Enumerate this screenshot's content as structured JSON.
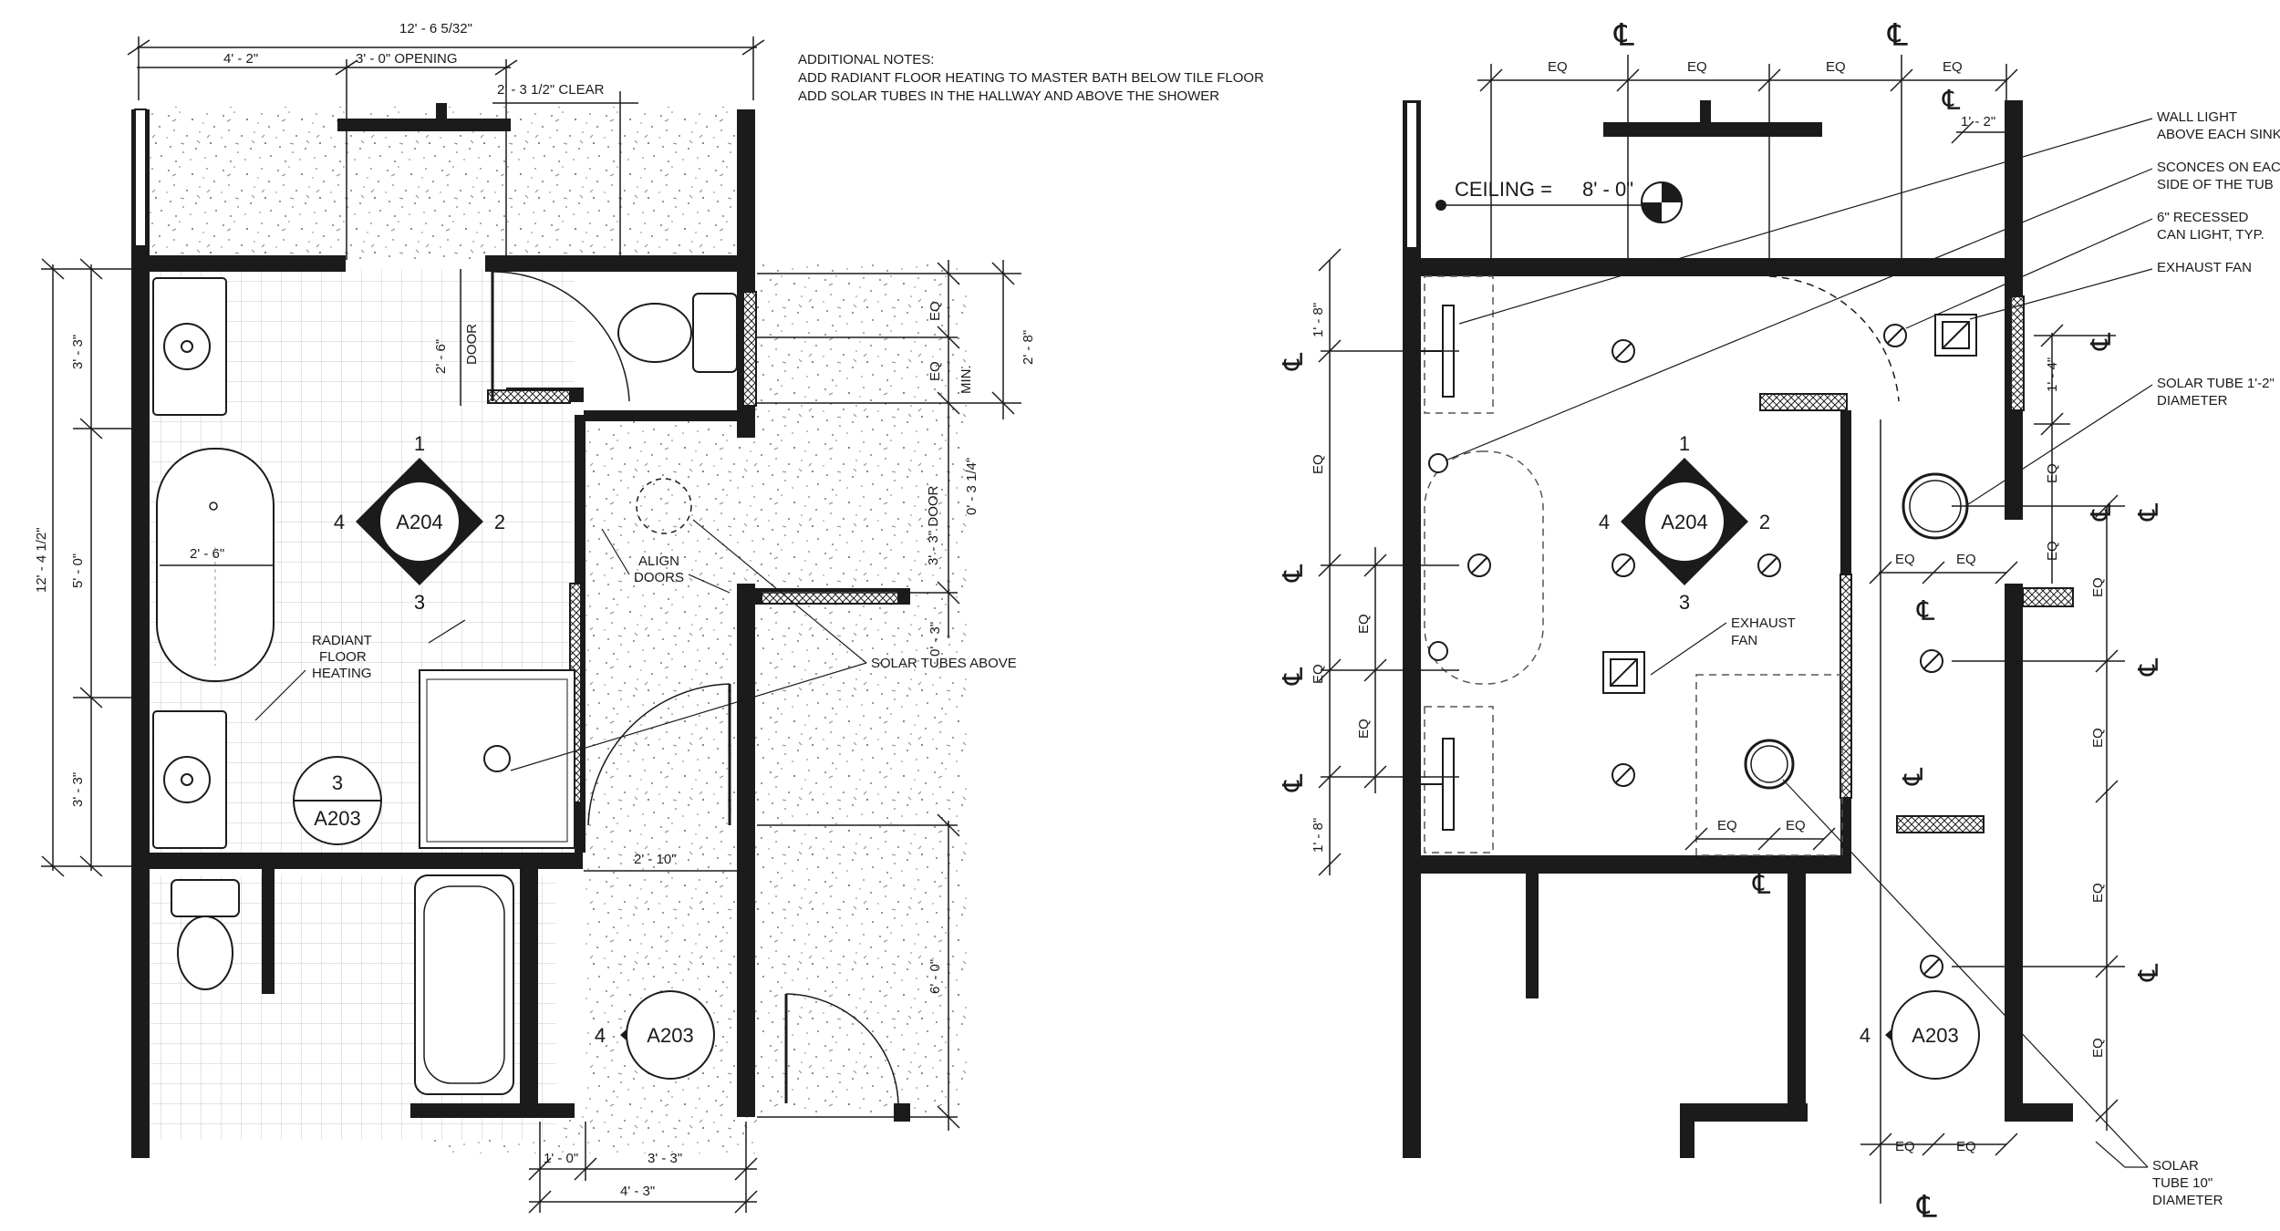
{
  "plan_left": {
    "dims": {
      "overall_width": "12' - 6 5/32\"",
      "left_seg": "4' - 2\"",
      "opening": "3' - 0\" OPENING",
      "clear": "2' - 3 1/2\" CLEAR",
      "overall_height": "12' - 4 1/2\"",
      "sink_top": "3' - 3\"",
      "tub": "5' - 0\"",
      "sink_bottom": "3' - 3\"",
      "tub_width": "2' - 6\"",
      "door_height": "2' - 6\"",
      "door_word": "DOOR",
      "eq": "EQ",
      "min": "MIN.",
      "wc_depth": "2' - 8\"",
      "gap_a": "0' - 3 1/4\"",
      "door_33": "3' - 3\" DOOR",
      "gap_b": "0' - 3\"",
      "hall_w": "2' - 10\"",
      "hall_len": "6' - 0\"",
      "bot_a": "1' - 0\"",
      "bot_b": "3' - 3\"",
      "bot_total": "4' - 3\""
    },
    "notes_title": "ADDITIONAL NOTES:",
    "notes": [
      "ADD RADIANT FLOOR HEATING TO MASTER BATH BELOW TILE FLOOR",
      "ADD SOLAR TUBES IN THE HALLWAY AND ABOVE THE SHOWER"
    ],
    "labels": {
      "align_doors": [
        "ALIGN",
        "DOORS"
      ],
      "radiant": [
        "RADIANT",
        "FLOOR",
        "HEATING"
      ],
      "solar_tubes_above": "SOLAR TUBES ABOVE"
    },
    "tags": {
      "a204": {
        "sheet": "A204",
        "n1": "1",
        "n2": "2",
        "n3": "3",
        "n4": "4"
      },
      "a203_circle": {
        "num": "3",
        "sheet": "A203"
      },
      "a203_arrow": {
        "num": "4",
        "sheet": "A203"
      }
    }
  },
  "plan_right": {
    "ceiling_label": "CEILING =",
    "ceiling_value": "8' - 0\"",
    "callouts": {
      "wall_light": [
        "WALL LIGHT",
        "ABOVE EACH SINK"
      ],
      "sconces": [
        "SCONCES ON EACH",
        "SIDE OF THE TUB"
      ],
      "recessed": [
        "6\" RECESSED",
        "CAN LIGHT, TYP."
      ],
      "exhaust_fan": "EXHAUST FAN",
      "solar_12": [
        "SOLAR TUBE 1'-2\"",
        "DIAMETER"
      ],
      "exhaust_fan2": [
        "EXHAUST",
        "FAN"
      ],
      "solar_10": [
        "SOLAR",
        "TUBE 10\"",
        "DIAMETER"
      ]
    },
    "dims": {
      "eq": "EQ",
      "d_1_2": "1' - 2\"",
      "d_1_8": "1' - 8\"",
      "d_1_4": "1' - 4\""
    },
    "cl_symbol": "℄",
    "tags": {
      "a204": {
        "sheet": "A204",
        "n1": "1",
        "n2": "2",
        "n3": "3",
        "n4": "4"
      },
      "a203_arrow": {
        "num": "4",
        "sheet": "A203"
      }
    }
  }
}
